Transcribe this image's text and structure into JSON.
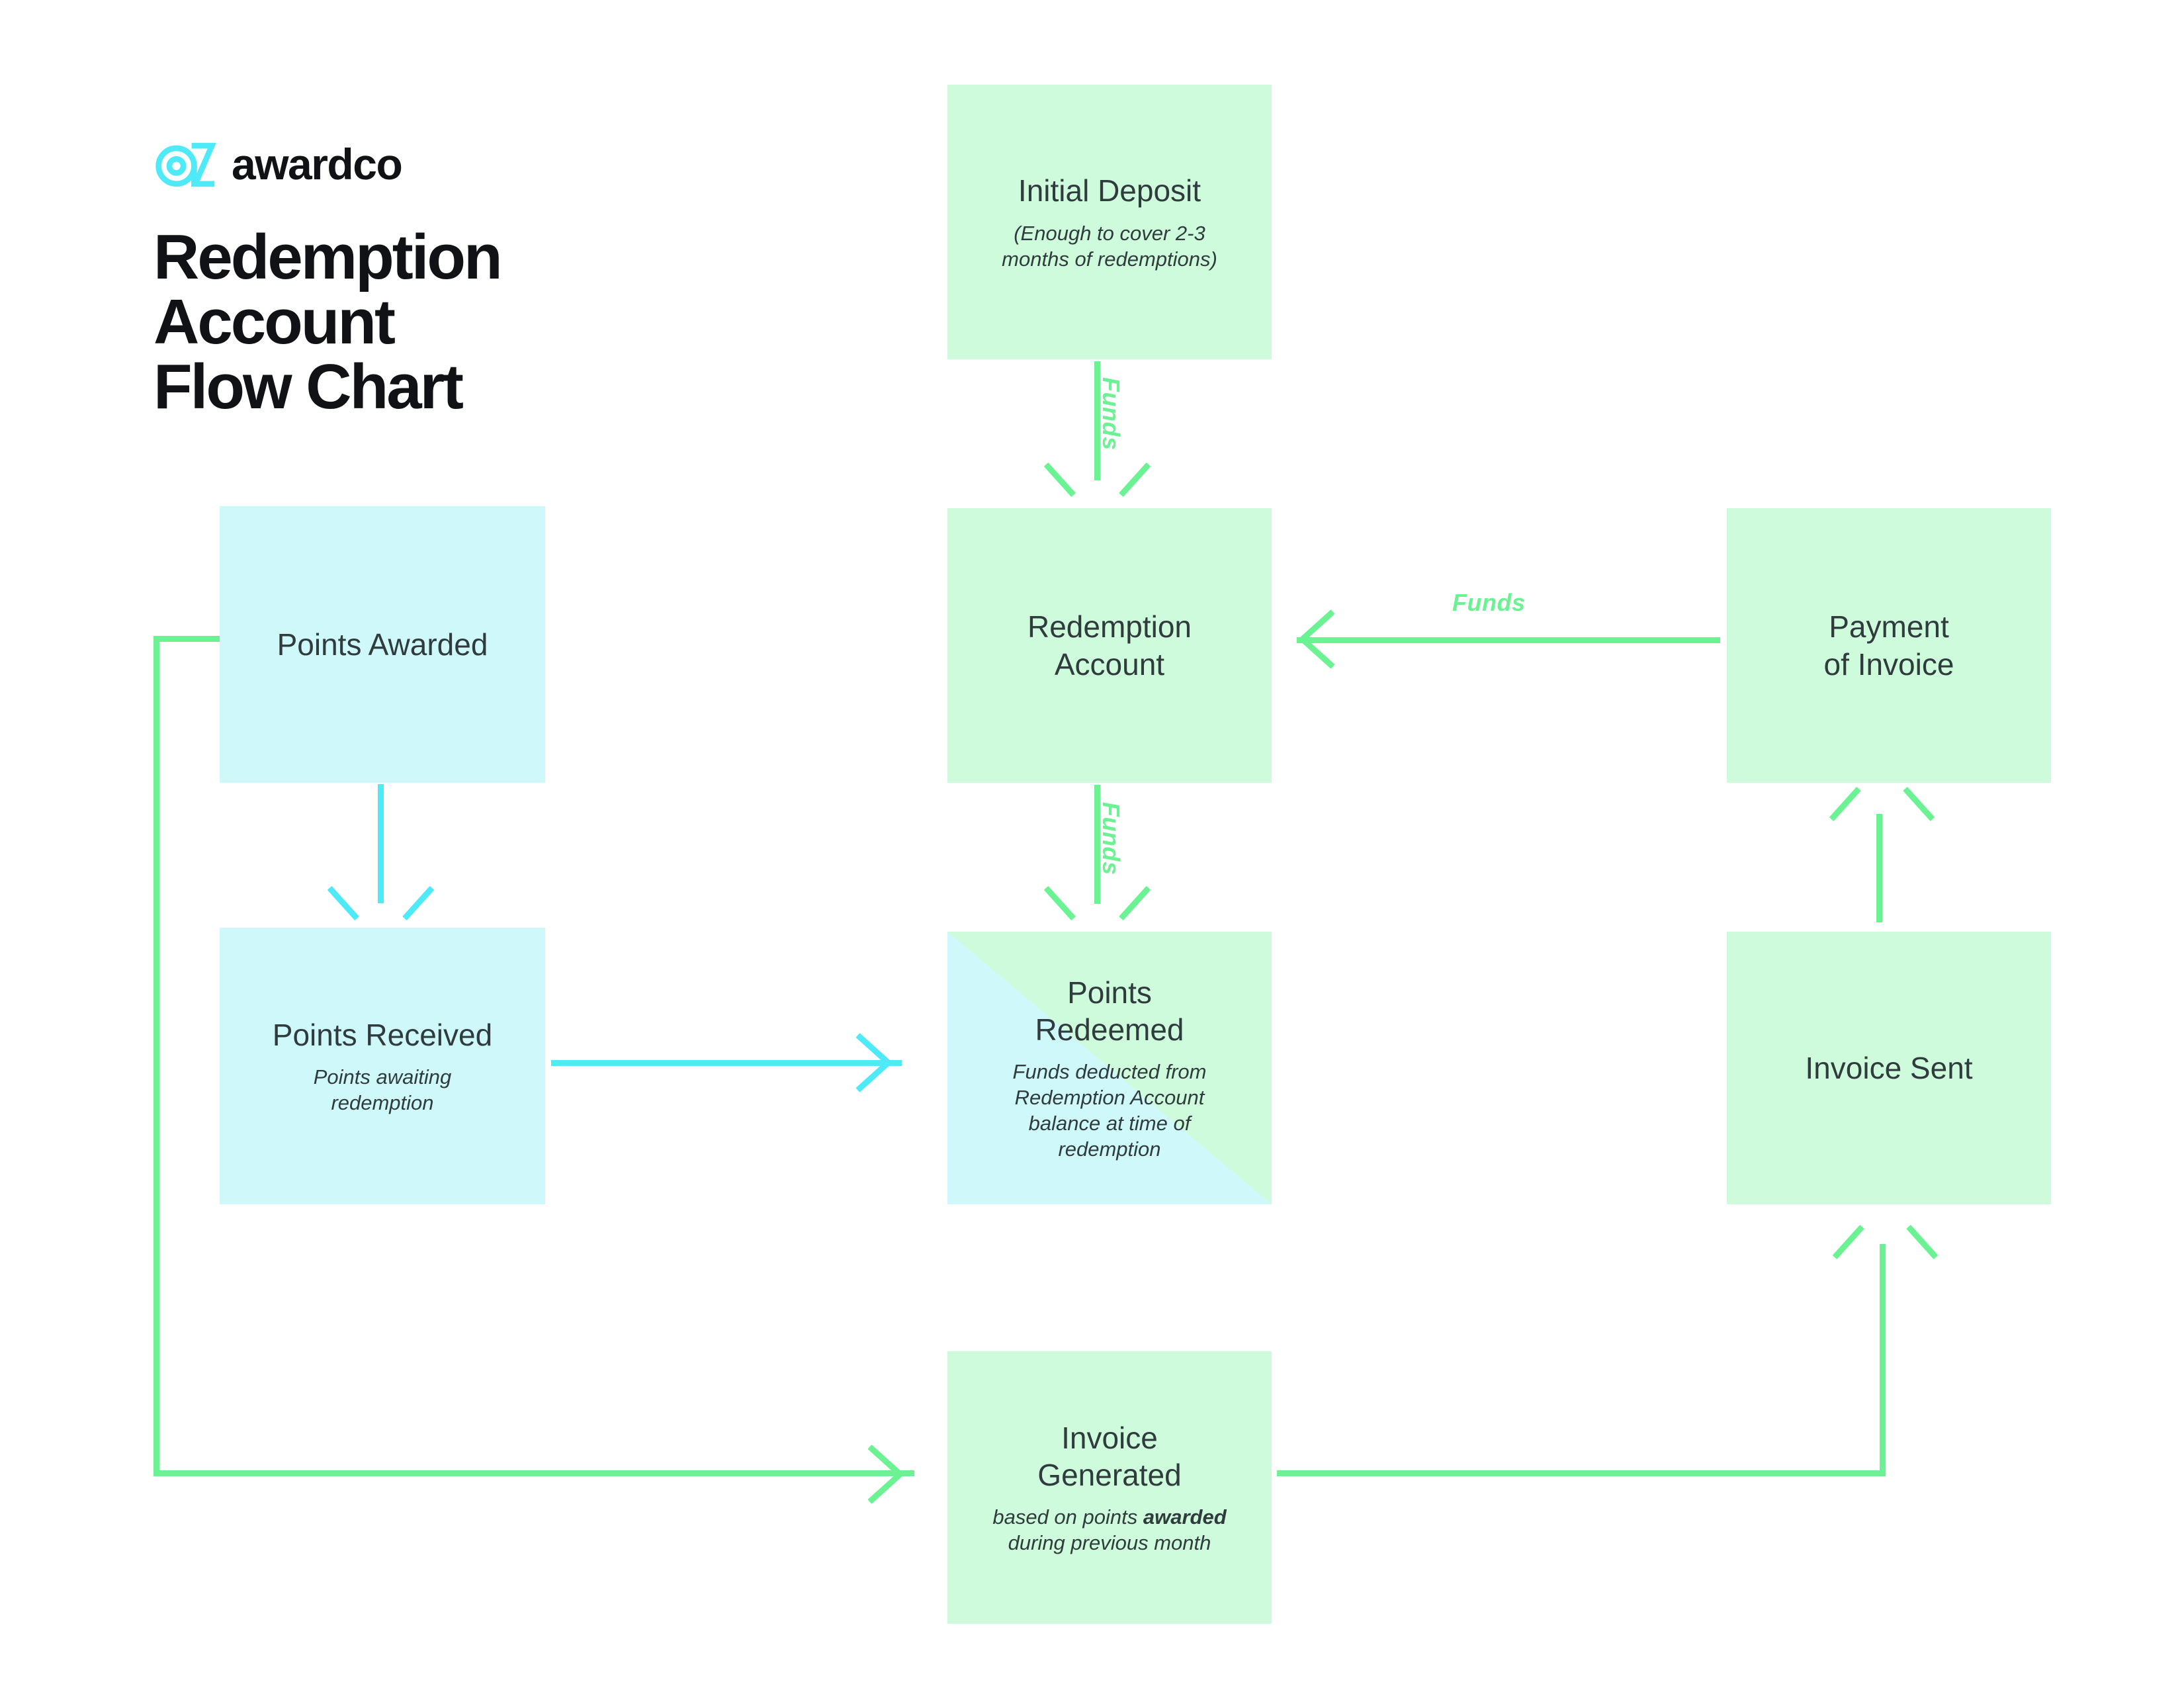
{
  "brand": {
    "logo_icon": "awardco-alpha-logo",
    "wordmark": "awardco",
    "title": "Redemption\nAccount\nFlow Chart"
  },
  "colors": {
    "green_accent": "#6BF293",
    "cyan_accent": "#4EEAF7",
    "green_fill": "#CEFBDC",
    "cyan_fill": "#CFF8FA",
    "text": "#2F3B3C",
    "heading": "#111215",
    "background": "#FFFFFF"
  },
  "chart_data": {
    "type": "flowchart",
    "title": "Redemption Account Flow Chart",
    "nodes": [
      {
        "id": "initial-deposit",
        "title": "Initial Deposit",
        "subtitle": "(Enough to cover 2-3\nmonths of redemptions)",
        "fill": "green"
      },
      {
        "id": "points-awarded",
        "title": "Points Awarded",
        "subtitle": "",
        "fill": "cyan"
      },
      {
        "id": "redemption-account",
        "title": "Redemption\nAccount",
        "subtitle": "",
        "fill": "green"
      },
      {
        "id": "payment-of-invoice",
        "title": "Payment\nof Invoice",
        "subtitle": "",
        "fill": "green"
      },
      {
        "id": "points-received",
        "title": "Points Received",
        "subtitle": "Points awaiting\nredemption",
        "fill": "cyan"
      },
      {
        "id": "points-redeemed",
        "title": "Points\nRedeemed",
        "subtitle": "Funds deducted from\nRedemption Account\nbalance at time of\nredemption",
        "fill": "split"
      },
      {
        "id": "invoice-sent",
        "title": "Invoice Sent",
        "subtitle": "",
        "fill": "green"
      },
      {
        "id": "invoice-generated",
        "title": "Invoice\nGenerated",
        "subtitle_html": "based on points <b>awarded</b>\nduring previous month",
        "subtitle": "based on points awarded during previous month",
        "fill": "green"
      }
    ],
    "edges": [
      {
        "from": "initial-deposit",
        "to": "redemption-account",
        "label": "Funds",
        "color": "green",
        "orientation": "vertical-down"
      },
      {
        "from": "payment-of-invoice",
        "to": "redemption-account",
        "label": "Funds",
        "color": "green",
        "orientation": "horizontal-left"
      },
      {
        "from": "redemption-account",
        "to": "points-redeemed",
        "label": "Funds",
        "color": "green",
        "orientation": "vertical-down"
      },
      {
        "from": "points-awarded",
        "to": "points-received",
        "label": "",
        "color": "cyan",
        "orientation": "vertical-down"
      },
      {
        "from": "points-received",
        "to": "points-redeemed",
        "label": "",
        "color": "cyan",
        "orientation": "horizontal-right"
      },
      {
        "from": "points-awarded",
        "to": "invoice-generated",
        "label": "",
        "color": "green",
        "orientation": "elbow-left-down-right"
      },
      {
        "from": "invoice-generated",
        "to": "invoice-sent",
        "label": "",
        "color": "green",
        "orientation": "elbow-right-up"
      },
      {
        "from": "invoice-sent",
        "to": "payment-of-invoice",
        "label": "",
        "color": "green",
        "orientation": "vertical-up"
      }
    ],
    "edge_labels": [
      "Funds",
      "Funds",
      "Funds"
    ]
  }
}
